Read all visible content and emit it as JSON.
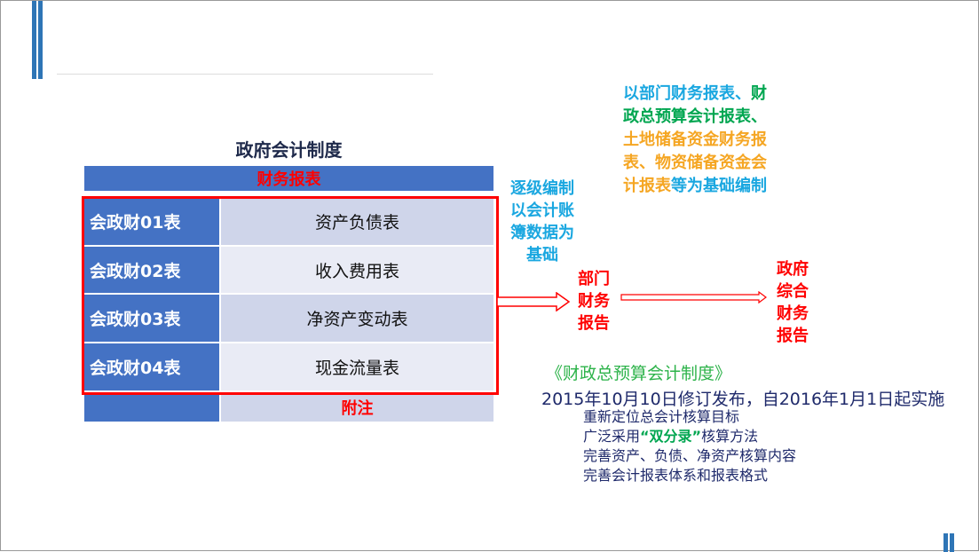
{
  "title": "政府会计制度",
  "table": {
    "header": "财务报表",
    "rows": [
      {
        "code": "会政财01表",
        "name": "资产负债表"
      },
      {
        "code": "会政财02表",
        "name": "收入费用表"
      },
      {
        "code": "会政财03表",
        "name": "净资产变动表"
      },
      {
        "code": "会政财04表",
        "name": "现金流量表"
      }
    ],
    "footer": "附注"
  },
  "step1_note": "逐级编制以会计账簿数据为基础",
  "dept_report": "部门财务报告",
  "gov_report": "政府综合财务报告",
  "basis": {
    "part1": "以部门财务报表、",
    "part2": "财政总预算会计报表、",
    "part3": "土地储备资金财务报表、物资储备资金会计报表",
    "part4": "等为基础编制"
  },
  "budget": {
    "title": "《财政总预算会计制度》",
    "date": "2015年10月10日修订发布，自2016年1月1日起实施",
    "items": [
      "重新定位总会计核算目标",
      "完善资产、负债、净资产核算内容",
      "完善会计报表体系和报表格式"
    ],
    "item2_pre": "广泛采用",
    "item2_hl": "“双分录”",
    "item2_post": "核算方法"
  },
  "colors": {
    "header": "#4472C4",
    "accent": "#2E75B6",
    "red": "#FF0000",
    "cyan": "#1AA7E0",
    "green": "#00A650",
    "orange": "#F5A623"
  }
}
